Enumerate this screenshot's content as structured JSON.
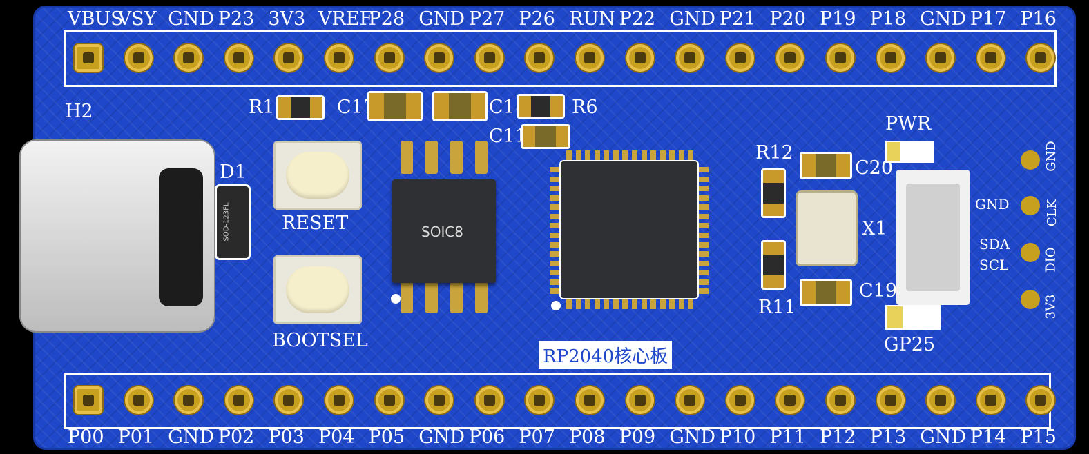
{
  "top_pins": [
    "VBUS",
    "VSY",
    "GND",
    "P23",
    "3V3",
    "VREF",
    "P28",
    "GND",
    "P27",
    "P26",
    "RUN",
    "P22",
    "GND",
    "P21",
    "P20",
    "P19",
    "P18",
    "GND",
    "P17",
    "P16"
  ],
  "bottom_pins": [
    "P00",
    "P01",
    "GND",
    "P02",
    "P03",
    "P04",
    "P05",
    "GND",
    "P06",
    "P07",
    "P08",
    "P09",
    "GND",
    "P10",
    "P11",
    "P12",
    "P13",
    "GND",
    "P14",
    "P15"
  ],
  "components": {
    "h2": "H2",
    "d1": "D1",
    "d1_marking": "SOD-123FL",
    "r1": "R1",
    "c17": "C17",
    "c18": "C18",
    "r6": "R6",
    "c11": "C11",
    "r12": "R12",
    "c20": "C20",
    "x1": "X1",
    "r11": "R11",
    "c19": "C19",
    "pwr": "PWR",
    "gp25": "GP25",
    "soic": "SOIC8"
  },
  "buttons": {
    "reset": "RESET",
    "bootsel": "BOOTSEL"
  },
  "board_title": "RP2040核心板",
  "connector_labels": {
    "gnd": "GND",
    "sda": "SDA",
    "scl": "SCL"
  },
  "side_labels": [
    "GND",
    "CLK",
    "DIO",
    "3V3"
  ],
  "colors": {
    "board": "#1f47c9",
    "silk": "#ffffff",
    "copper": "#c8a020",
    "chip": "#2f3033"
  }
}
